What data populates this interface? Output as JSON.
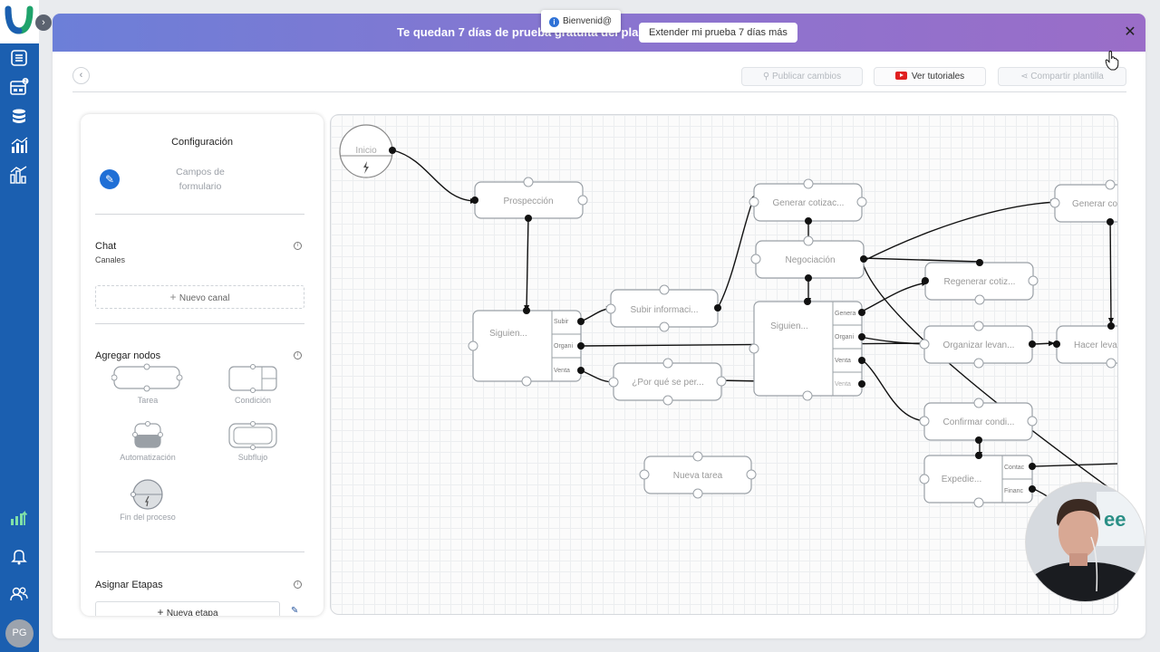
{
  "app": {
    "user_initials": "PG",
    "accent": "#1b5fb0"
  },
  "sidebar": {
    "items": [
      {
        "icon": "list-icon"
      },
      {
        "icon": "board-icon",
        "badge": "2"
      },
      {
        "icon": "database-icon"
      },
      {
        "icon": "bar-chart-icon"
      },
      {
        "icon": "analytics-icon"
      },
      {
        "icon": "growth-icon"
      },
      {
        "icon": "bell-icon"
      },
      {
        "icon": "users-icon"
      }
    ]
  },
  "banner": {
    "text": "Te quedan 7 días de prueba gratuita del plan Pro",
    "extend_label": "Extender mi prueba 7 días más",
    "close": "✕"
  },
  "toast": {
    "text": "Bienvenid@"
  },
  "toolbar": {
    "publish_label": "Publicar cambios",
    "tutorials_label": "Ver tutoriales",
    "share_label": "Compartir plantilla"
  },
  "panel": {
    "config_title": "Configuración",
    "form_fields": "Campos de formulario",
    "chat_title": "Chat",
    "chat_sub": "Canales",
    "new_channel": "Nuevo canal",
    "add_nodes_title": "Agregar nodos",
    "nodes": {
      "task": "Tarea",
      "condition": "Condición",
      "automation": "Automatización",
      "subflow": "Subflujo",
      "end": "Fin del proceso"
    },
    "stages_title": "Asignar Etapas",
    "new_stage": "Nueva etapa"
  },
  "flow": {
    "start": "Inicio",
    "prospeccion": "Prospección",
    "siguiente1": "Siguien...",
    "siguiente1_ports": [
      "Subir",
      "Organi",
      "Venta"
    ],
    "subir_info": "Subir informaci...",
    "por_que": "¿Por qué se per...",
    "generar_cot": "Generar cotizac...",
    "negociacion": "Negociación",
    "siguiente2": "Siguien...",
    "siguiente2_ports": [
      "Genera",
      "Organi",
      "Venta",
      "Venta"
    ],
    "nueva_tarea": "Nueva tarea",
    "regenerar": "Regenerar cotiz...",
    "organizar": "Organizar levan...",
    "confirmar": "Confirmar condi...",
    "expediente": "Expedie...",
    "expediente_ports": [
      "Contac",
      "Financ"
    ],
    "generar_co2": "Generar co",
    "hacer_lev": "Hacer leva"
  }
}
